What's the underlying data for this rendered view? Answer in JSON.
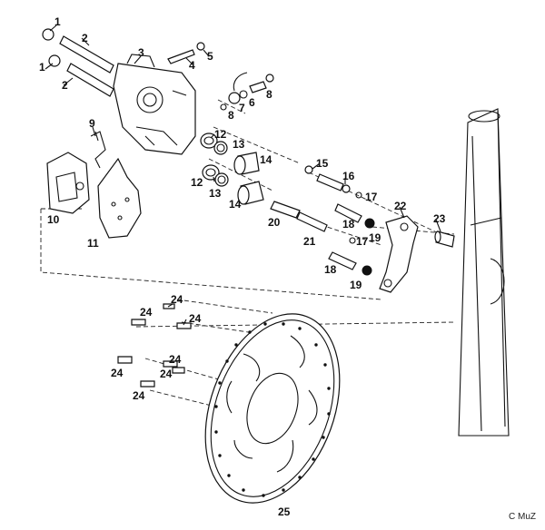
{
  "diagram": {
    "part_numbers": [
      "1",
      "2",
      "1",
      "2",
      "3",
      "4",
      "5",
      "6",
      "7",
      "8",
      "8",
      "9",
      "10",
      "11",
      "12",
      "13",
      "14",
      "12",
      "13",
      "14",
      "15",
      "16",
      "17",
      "18",
      "19",
      "20",
      "21",
      "22",
      "23",
      "17",
      "18",
      "19",
      "24",
      "24",
      "24",
      "24",
      "24",
      "24",
      "24",
      "25"
    ],
    "copyright": "C MuZ"
  }
}
